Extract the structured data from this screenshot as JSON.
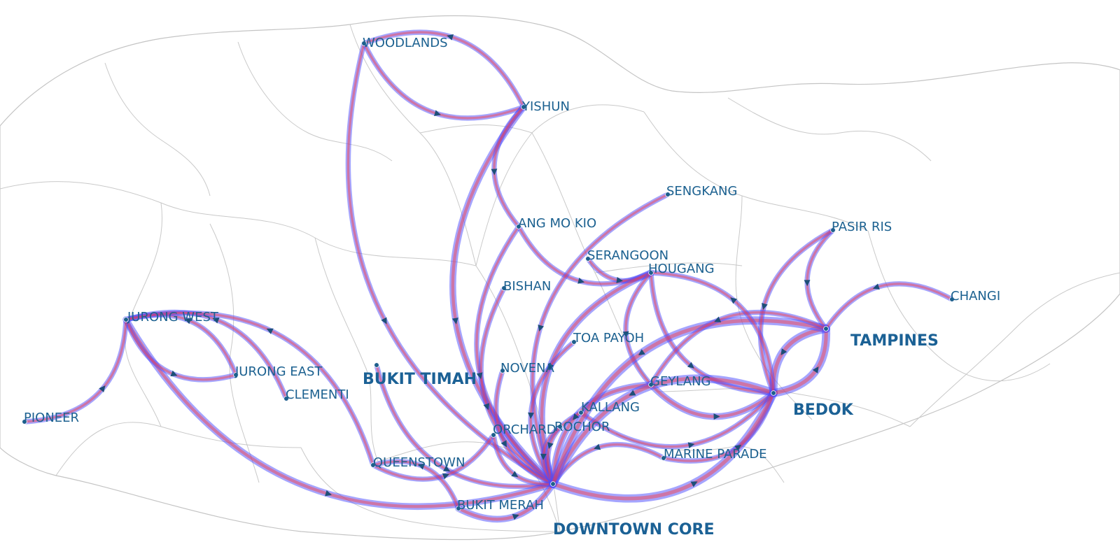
{
  "map": {
    "locations": [
      {
        "id": "woodlands",
        "label": "WOODLANDS",
        "size": "small"
      },
      {
        "id": "yishun",
        "label": "YISHUN",
        "size": "small"
      },
      {
        "id": "sengkang",
        "label": "SENGKANG",
        "size": "small"
      },
      {
        "id": "ang-mo-kio",
        "label": "ANG MO KIO",
        "size": "small"
      },
      {
        "id": "pasir-ris",
        "label": "PASIR RIS",
        "size": "small"
      },
      {
        "id": "serangoon",
        "label": "SERANGOON",
        "size": "small"
      },
      {
        "id": "hougang",
        "label": "HOUGANG",
        "size": "small"
      },
      {
        "id": "changi",
        "label": "CHANGI",
        "size": "small"
      },
      {
        "id": "bishan",
        "label": "BISHAN",
        "size": "small"
      },
      {
        "id": "jurong-west",
        "label": "JURONG WEST",
        "size": "small"
      },
      {
        "id": "toa-payoh",
        "label": "TOA PAYOH",
        "size": "small"
      },
      {
        "id": "tampines",
        "label": "TAMPINES",
        "size": "large"
      },
      {
        "id": "jurong-east",
        "label": "JURONG EAST",
        "size": "small"
      },
      {
        "id": "novena",
        "label": "NOVENA",
        "size": "small"
      },
      {
        "id": "bukit-timah",
        "label": "BUKIT TIMAH",
        "size": "large"
      },
      {
        "id": "geylang",
        "label": "GEYLANG",
        "size": "small"
      },
      {
        "id": "clementi",
        "label": "CLEMENTI",
        "size": "small"
      },
      {
        "id": "kallang",
        "label": "KALLANG",
        "size": "small"
      },
      {
        "id": "bedok",
        "label": "BEDOK",
        "size": "large"
      },
      {
        "id": "pioneer",
        "label": "PIONEER",
        "size": "small"
      },
      {
        "id": "orchard",
        "label": "ORCHARD",
        "size": "small"
      },
      {
        "id": "rochor",
        "label": "ROCHOR",
        "size": "small"
      },
      {
        "id": "marine-parade",
        "label": "MARINE PARADE",
        "size": "small"
      },
      {
        "id": "queenstown",
        "label": "QUEENSTOWN",
        "size": "small"
      },
      {
        "id": "bukit-merah",
        "label": "BUKIT MERAH",
        "size": "small"
      },
      {
        "id": "downtown-core",
        "label": "DOWNTOWN CORE",
        "size": "large"
      }
    ],
    "flows": [
      {
        "from": "woodlands",
        "to": "yishun",
        "weight": 2
      },
      {
        "from": "yishun",
        "to": "woodlands",
        "weight": 2
      },
      {
        "from": "woodlands",
        "to": "downtown-core",
        "weight": 2
      },
      {
        "from": "yishun",
        "to": "downtown-core",
        "weight": 3
      },
      {
        "from": "yishun",
        "to": "ang-mo-kio",
        "weight": 2
      },
      {
        "from": "ang-mo-kio",
        "to": "hougang",
        "weight": 2
      },
      {
        "from": "ang-mo-kio",
        "to": "downtown-core",
        "weight": 2
      },
      {
        "from": "sengkang",
        "to": "downtown-core",
        "weight": 2
      },
      {
        "from": "serangoon",
        "to": "hougang",
        "weight": 2
      },
      {
        "from": "hougang",
        "to": "downtown-core",
        "weight": 3
      },
      {
        "from": "hougang",
        "to": "bedok",
        "weight": 2
      },
      {
        "from": "hougang",
        "to": "geylang",
        "weight": 2
      },
      {
        "from": "bishan",
        "to": "downtown-core",
        "weight": 2
      },
      {
        "from": "toa-payoh",
        "to": "downtown-core",
        "weight": 2
      },
      {
        "from": "novena",
        "to": "downtown-core",
        "weight": 2
      },
      {
        "from": "bukit-timah",
        "to": "downtown-core",
        "weight": 2
      },
      {
        "from": "jurong-west",
        "to": "downtown-core",
        "weight": 3
      },
      {
        "from": "jurong-west",
        "to": "jurong-east",
        "weight": 2
      },
      {
        "from": "jurong-east",
        "to": "jurong-west",
        "weight": 2
      },
      {
        "from": "clementi",
        "to": "jurong-west",
        "weight": 2
      },
      {
        "from": "pioneer",
        "to": "jurong-west",
        "weight": 2
      },
      {
        "from": "queenstown",
        "to": "jurong-west",
        "weight": 2
      },
      {
        "from": "queenstown",
        "to": "orchard",
        "weight": 2
      },
      {
        "from": "bukit-merah",
        "to": "queenstown",
        "weight": 2
      },
      {
        "from": "bukit-merah",
        "to": "downtown-core",
        "weight": 3
      },
      {
        "from": "orchard",
        "to": "downtown-core",
        "weight": 2
      },
      {
        "from": "rochor",
        "to": "downtown-core",
        "weight": 2
      },
      {
        "from": "kallang",
        "to": "downtown-core",
        "weight": 2
      },
      {
        "from": "geylang",
        "to": "downtown-core",
        "weight": 3
      },
      {
        "from": "geylang",
        "to": "bedok",
        "weight": 3
      },
      {
        "from": "kallang",
        "to": "bedok",
        "weight": 2
      },
      {
        "from": "marine-parade",
        "to": "bedok",
        "weight": 2
      },
      {
        "from": "marine-parade",
        "to": "downtown-core",
        "weight": 2
      },
      {
        "from": "bedok",
        "to": "downtown-core",
        "weight": 4
      },
      {
        "from": "downtown-core",
        "to": "bedok",
        "weight": 4
      },
      {
        "from": "tampines",
        "to": "bedok",
        "weight": 4
      },
      {
        "from": "bedok",
        "to": "tampines",
        "weight": 4
      },
      {
        "from": "tampines",
        "to": "downtown-core",
        "weight": 4
      },
      {
        "from": "pasir-ris",
        "to": "tampines",
        "weight": 2
      },
      {
        "from": "pasir-ris",
        "to": "bedok",
        "weight": 2
      },
      {
        "from": "changi",
        "to": "tampines",
        "weight": 2
      },
      {
        "from": "tampines",
        "to": "geylang",
        "weight": 2
      },
      {
        "from": "bedok",
        "to": "hougang",
        "weight": 2
      }
    ]
  }
}
